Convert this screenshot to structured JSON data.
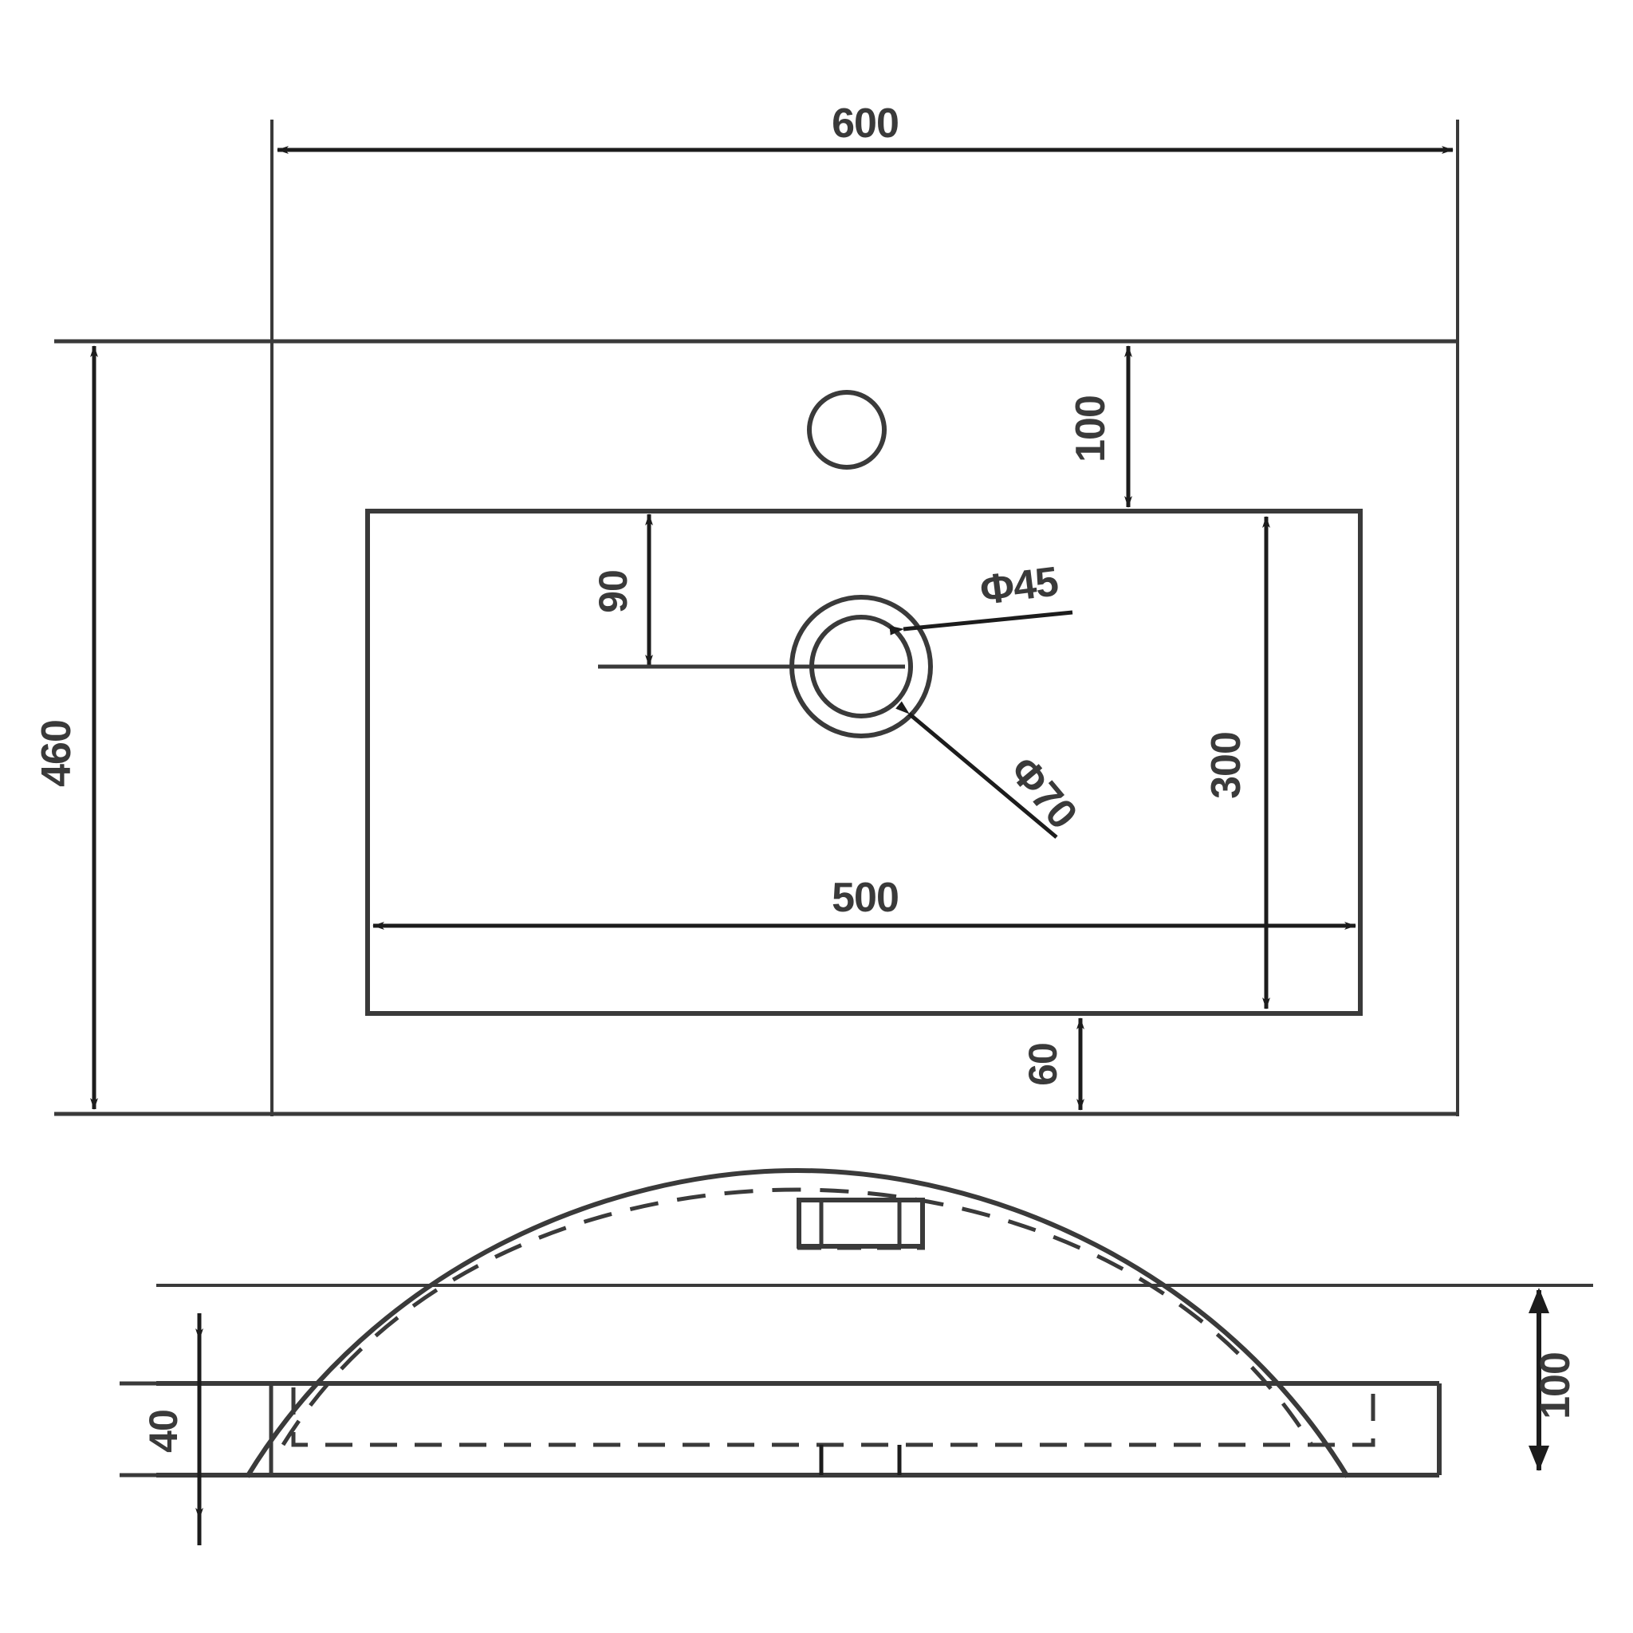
{
  "drawing": {
    "kind": "engineering-drawing",
    "subject": "Washbasin / vanity top",
    "units": "mm",
    "line_color": "#3a3a3a",
    "background_color": "#ffffff"
  },
  "plan_view": {
    "name": "top-plan-view",
    "dimensions": {
      "overall_width": "600",
      "overall_depth": "460",
      "basin_width": "500",
      "basin_depth": "300",
      "faucet_hole_offset_from_rear": "100",
      "drain_offset_from_basin_rear": "90",
      "basin_front_offset": "60"
    },
    "holes": {
      "drain_outer_label": "Φ70",
      "drain_inner_label": "Φ45"
    }
  },
  "section_view": {
    "name": "front-section-view",
    "dimensions": {
      "slab_thickness": "40",
      "bowl_height": "100"
    }
  },
  "labels": {
    "w600": "600",
    "d460": "460",
    "basin500": "500",
    "basin300": "300",
    "rear100": "100",
    "drain90": "90",
    "front60": "60",
    "phi45": "Φ45",
    "phi70": "Φ70",
    "thickness40": "40",
    "height100": "100"
  }
}
